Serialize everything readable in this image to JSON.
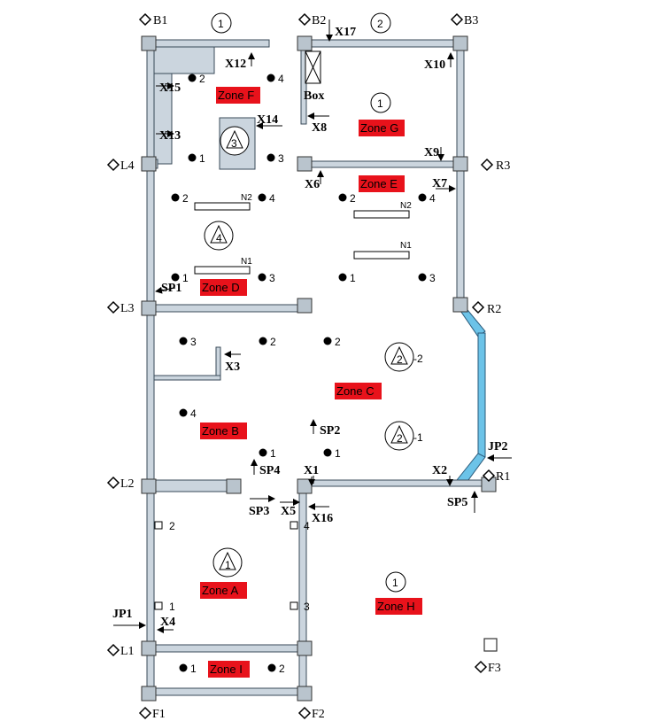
{
  "grid_labels": {
    "B1": "B1",
    "B2": "B2",
    "B3": "B3",
    "L1": "L1",
    "L2": "L2",
    "L3": "L3",
    "L4": "L4",
    "R1": "R1",
    "R2": "R2",
    "R3": "R3",
    "F1": "F1",
    "F2": "F2",
    "F3": "F3"
  },
  "zones": {
    "A": "Zone A",
    "B": "Zone B",
    "C": "Zone C",
    "D": "Zone D",
    "E": "Zone E",
    "F": "Zone F",
    "G": "Zone G",
    "H": "Zone H",
    "I": "Zone I"
  },
  "zone_fill": "#e8121b",
  "markers": {
    "X1": "X1",
    "X2": "X2",
    "X3": "X3",
    "X4": "X4",
    "X5": "X5",
    "X6": "X6",
    "X7": "X7",
    "X8": "X8",
    "X9": "X9",
    "X10": "X10",
    "X12": "X12",
    "X13": "X13",
    "X14": "X14",
    "X15": "X15",
    "X16": "X16",
    "X17": "X17",
    "SP1": "SP1",
    "SP2": "SP2",
    "SP3": "SP3",
    "SP4": "SP4",
    "SP5": "SP5",
    "JP1": "JP1",
    "JP2": "JP2",
    "Box": "Box"
  },
  "circle_numbers": {
    "one": "1",
    "two": "2"
  },
  "triangle_labels": {
    "t1": "1",
    "t3": "3",
    "t4": "4",
    "t2a": "2",
    "t2b": "2",
    "t2a_suffix": "-2",
    "t2b_suffix": "-1"
  },
  "points": {
    "n1": "1",
    "n2": "2",
    "n3": "3",
    "n4": "4"
  },
  "beams": {
    "N1": "N1",
    "N2": "N2"
  },
  "wall_color": "#cbd5de",
  "glass_wall_color": "#6cc3e8"
}
